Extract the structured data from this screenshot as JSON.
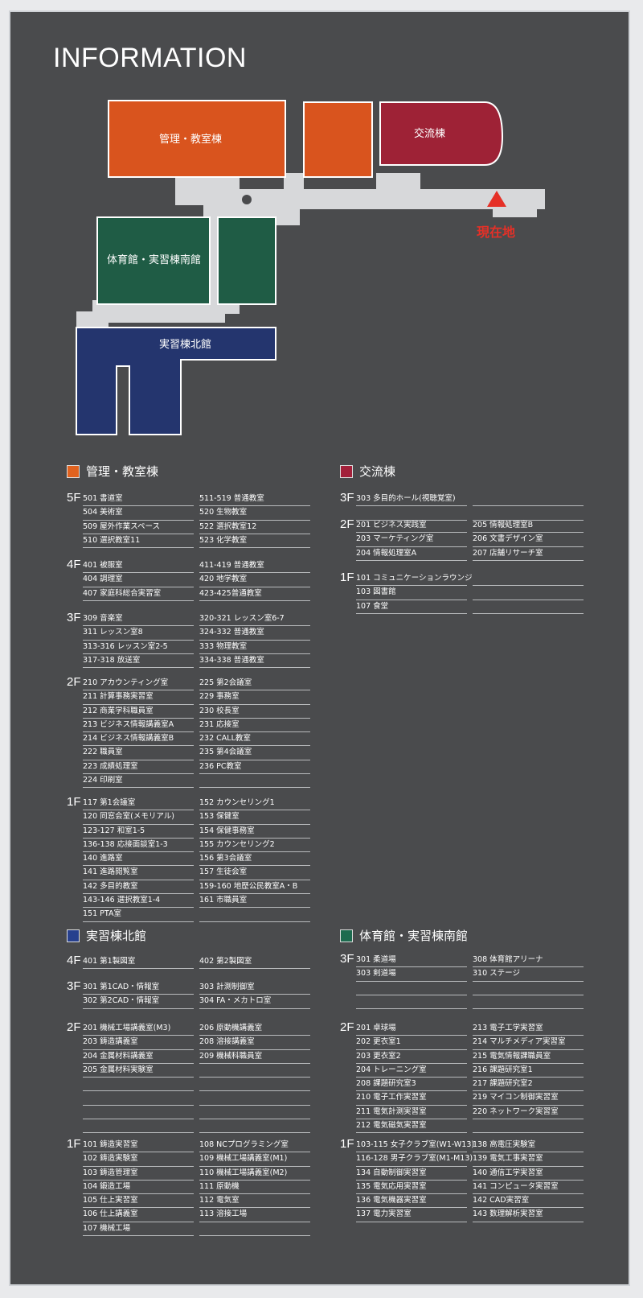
{
  "title": "INFORMATION",
  "map": {
    "buildings": {
      "kanri": {
        "label": "管理・教室棟",
        "color": "#d9541e"
      },
      "koryu": {
        "label": "交流棟",
        "color": "#9e2236"
      },
      "taiiku": {
        "label": "体育館・実習棟南館",
        "color": "#1f5c45"
      },
      "hokkan": {
        "label": "実習棟北館",
        "color": "#24356e"
      }
    },
    "you_are_here": "現在地"
  },
  "sections": [
    {
      "name": "管理・教室棟",
      "color": "#e0621f",
      "floors": [
        {
          "label": "5F",
          "left": [
            "501 書道室",
            "504 美術室",
            "509 屋外作業スペース",
            "510 選択教室11"
          ],
          "right": [
            "511-519 普通教室",
            "520 生物教室",
            "522 選択教室12",
            "523 化学教室"
          ]
        },
        {
          "label": "4F",
          "left": [
            "401 被服室",
            "404 調理室",
            "407 家庭科総合実習室"
          ],
          "right": [
            "411-419 普通教室",
            "420 地学教室",
            "423-425普通教室"
          ]
        },
        {
          "label": "3F",
          "left": [
            "309 音楽室",
            "311 レッスン室8",
            "313-316 レッスン室2-5",
            "317-318 放送室"
          ],
          "right": [
            "320-321 レッスン室6-7",
            "324-332 普通教室",
            "333 物理教室",
            "334-338 普通教室"
          ]
        },
        {
          "label": "2F",
          "left": [
            "210 アカウンティング室",
            "211 計算事務実習室",
            "212 商業学科職員室",
            "213 ビジネス情報講義室A",
            "214 ビジネス情報講義室B",
            "222 職員室",
            "223 成績処理室",
            "224 印刷室"
          ],
          "right": [
            "225 第2会議室",
            "229 事務室",
            "230 校長室",
            "231 応接室",
            "232 CALL教室",
            "235 第4会議室",
            "236 PC教室",
            ""
          ]
        },
        {
          "label": "1F",
          "left": [
            "117 第1会議室",
            "120 同窓会室(メモリアル)",
            "123-127 和室1-5",
            "136-138 応接面談室1-3",
            "140 進路室",
            "141 進路閲覧室",
            "142 多目的教室",
            "143-146 選択教室1-4",
            "151 PTA室"
          ],
          "right": [
            "152 カウンセリング1",
            "153 保健室",
            "154 保健事務室",
            "155 カウンセリング2",
            "156 第3会議室",
            "157 生徒会室",
            "159-160 地歴公民教室A・B",
            "161 市職員室",
            ""
          ]
        }
      ]
    },
    {
      "name": "交流棟",
      "color": "#a3203a",
      "floors": [
        {
          "label": "3F",
          "left": [
            "303 多目的ホール(視聴覚室)",
            ""
          ],
          "right": [
            "",
            ""
          ]
        },
        {
          "label": "2F",
          "left": [
            "201 ビジネス実践室",
            "203 マーケティング室",
            "204 情報処理室A"
          ],
          "right": [
            "205 情報処理室B",
            "206 文書デザイン室",
            "207 店舗リサーチ室"
          ]
        },
        {
          "label": "1F",
          "left": [
            "101 コミュニケーションラウンジ",
            "103 図書館",
            "107 食堂"
          ],
          "right": [
            "",
            "",
            ""
          ]
        }
      ]
    },
    {
      "name": "実習棟北館",
      "color": "#27408e",
      "floors": [
        {
          "label": "4F",
          "left": [
            "401 第1製図室"
          ],
          "right": [
            "402 第2製図室"
          ]
        },
        {
          "label": "3F",
          "left": [
            "301 第1CAD・情報室",
            "302 第2CAD・情報室"
          ],
          "right": [
            "303 計測制御室",
            "304 FA・メカトロ室"
          ]
        },
        {
          "label": "2F",
          "left": [
            "201 機械工場講義室(M3)",
            "203 鋳造講義室",
            "204 金属材料講義室",
            "205 金属材料実験室",
            "",
            "",
            "",
            ""
          ],
          "right": [
            "206 原動機講義室",
            "208 溶接講義室",
            "209 機械科職員室",
            "",
            "",
            "",
            "",
            ""
          ]
        },
        {
          "label": "1F",
          "left": [
            "101 鋳造実習室",
            "102 鋳造実験室",
            "103 鋳造管理室",
            "104 鍛造工場",
            "105 仕上実習室",
            "106 仕上講義室",
            "107 機械工場"
          ],
          "right": [
            "108 NCプログラミング室",
            "109 機械工場講義室(M1)",
            "110 機械工場講義室(M2)",
            "111 原動機",
            "112 電気室",
            "113 溶接工場",
            ""
          ]
        }
      ]
    },
    {
      "name": "体育館・実習棟南館",
      "color": "#1d6b4f",
      "floors": [
        {
          "label": "3F",
          "left": [
            "301 柔道場",
            "303 剣道場",
            "",
            ""
          ],
          "right": [
            "308 体育館アリーナ",
            "310 ステージ",
            "",
            ""
          ]
        },
        {
          "label": "2F",
          "left": [
            "201 卓球場",
            "202 更衣室1",
            "203 更衣室2",
            "204 トレーニング室",
            "208 課題研究室3",
            "210 電子工作実習室",
            "211 電気計測実習室",
            "212 電気磁気実習室"
          ],
          "right": [
            "213 電子工学実習室",
            "214 マルチメディア実習室",
            "215 電気情報課職員室",
            "216 課題研究室1",
            "217 課題研究室2",
            "219 マイコン制御実習室",
            "220 ネットワーク実習室",
            ""
          ]
        },
        {
          "label": "1F",
          "left": [
            "103-115 女子クラブ室(W1-W13)",
            "116-128 男子クラブ室(M1-M13)",
            "134 自動制御実習室",
            "135 電気応用実習室",
            "136 電気機器実習室",
            "137 電力実習室"
          ],
          "right": [
            "138 高電圧実験室",
            "139 電気工事実習室",
            "140 通信工学実習室",
            "141 コンピュータ実習室",
            "142 CAD実習室",
            "143 数理解析実習室"
          ]
        }
      ]
    }
  ]
}
